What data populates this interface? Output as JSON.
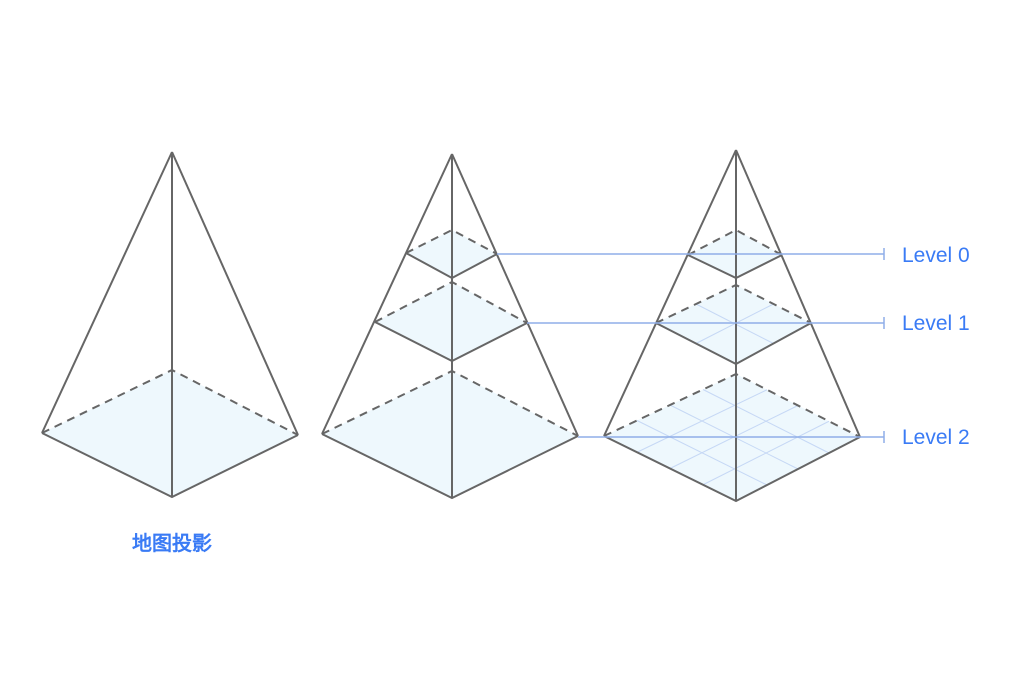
{
  "caption": "地图投影",
  "levels": [
    {
      "label": "Level 0",
      "grid": 1
    },
    {
      "label": "Level 1",
      "grid": 2
    },
    {
      "label": "Level 2",
      "grid": 4
    }
  ],
  "colors": {
    "edge": "#666666",
    "fill": "#eef8fd",
    "accent": "#3a7bf5",
    "guide": "#8faee8",
    "grid": "#c6d8f5"
  }
}
